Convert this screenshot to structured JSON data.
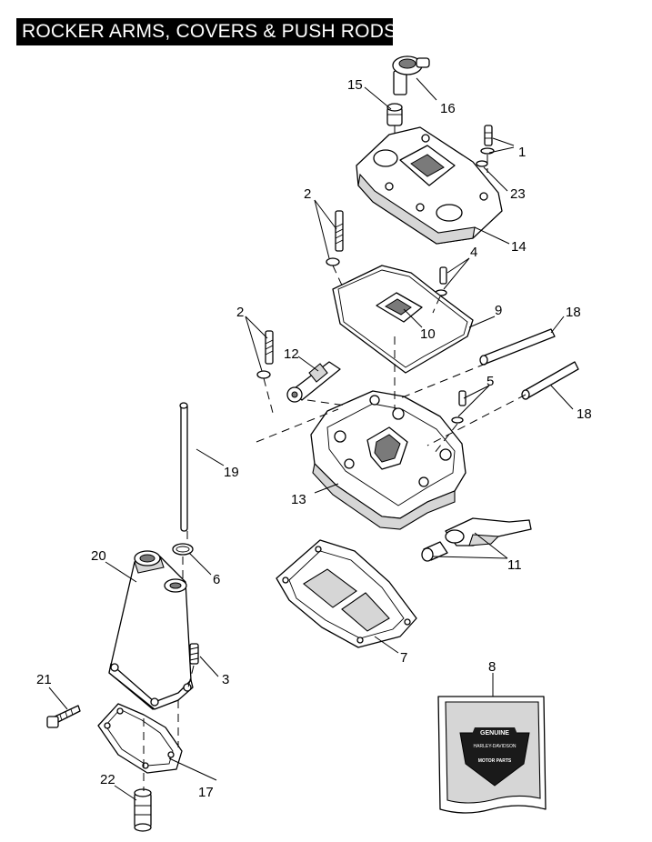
{
  "header": {
    "title": "ROCKER ARMS, COVERS & PUSH RODS"
  },
  "callouts": {
    "c1": "1",
    "c2a": "2",
    "c2b": "2",
    "c3": "3",
    "c4": "4",
    "c5": "5",
    "c6": "6",
    "c7": "7",
    "c8": "8",
    "c9": "9",
    "c10": "10",
    "c11": "11",
    "c12": "12",
    "c13": "13",
    "c14": "14",
    "c15": "15",
    "c16": "16",
    "c17": "17",
    "c18a": "18",
    "c18b": "18",
    "c19": "19",
    "c20": "20",
    "c21": "21",
    "c22": "22",
    "c23": "23"
  },
  "logo": {
    "text_top": "GENUINE",
    "text_mid": "HARLEY-DAVIDSON",
    "text_bottom": "MOTOR PARTS"
  }
}
